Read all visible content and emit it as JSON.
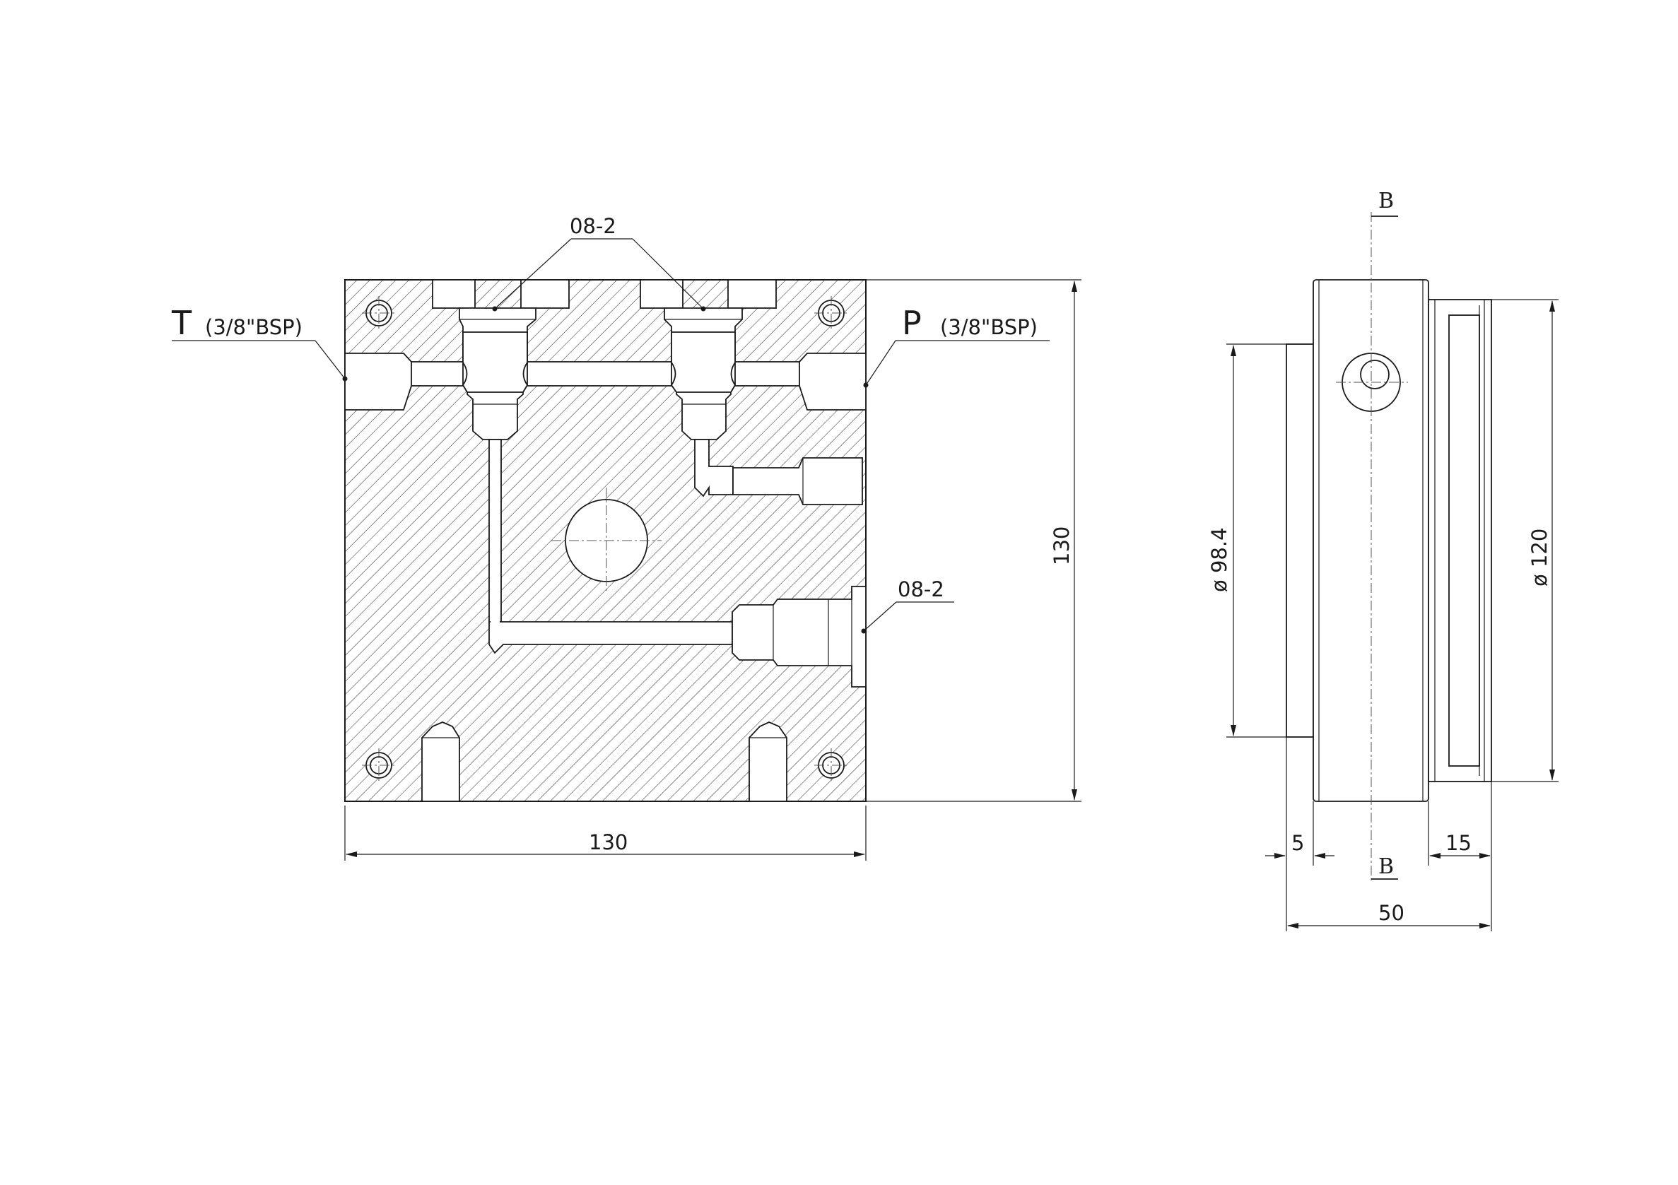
{
  "front_view": {
    "port_t": {
      "letter": "T",
      "size": "(3/8\"BSP)"
    },
    "port_p": {
      "letter": "P",
      "size": "(3/8\"BSP)"
    },
    "cavity_label_top": "08-2",
    "cavity_label_side": "08-2",
    "dim_width": "130",
    "dim_height": "130"
  },
  "side_view": {
    "section_mark": "B",
    "dim_small_diameter": "98.4",
    "dim_large_diameter": "120",
    "dim_spigot": "5",
    "dim_flange": "15",
    "dim_length": "50"
  }
}
